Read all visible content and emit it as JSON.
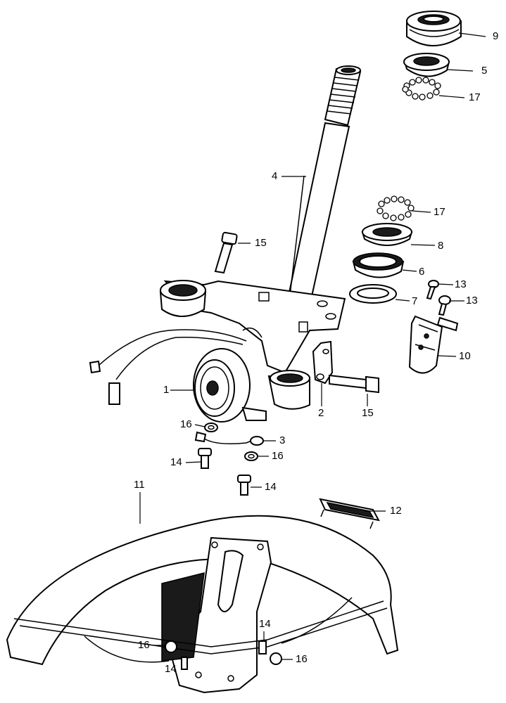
{
  "callouts": [
    {
      "id": "c9",
      "text": "9"
    },
    {
      "id": "c5",
      "text": "5"
    },
    {
      "id": "c17a",
      "text": "17"
    },
    {
      "id": "c4",
      "text": "4"
    },
    {
      "id": "c17b",
      "text": "17"
    },
    {
      "id": "c15a",
      "text": "15"
    },
    {
      "id": "c8",
      "text": "8"
    },
    {
      "id": "c6",
      "text": "6"
    },
    {
      "id": "c13a",
      "text": "13"
    },
    {
      "id": "c7",
      "text": "7"
    },
    {
      "id": "c13b",
      "text": "13"
    },
    {
      "id": "c10",
      "text": "10"
    },
    {
      "id": "c1",
      "text": "1"
    },
    {
      "id": "c2",
      "text": "2"
    },
    {
      "id": "c15b",
      "text": "15"
    },
    {
      "id": "c16a",
      "text": "16"
    },
    {
      "id": "c3",
      "text": "3"
    },
    {
      "id": "c14a",
      "text": "14"
    },
    {
      "id": "c16b",
      "text": "16"
    },
    {
      "id": "c14b",
      "text": "14"
    },
    {
      "id": "c11",
      "text": "11"
    },
    {
      "id": "c12",
      "text": "12"
    },
    {
      "id": "c14c",
      "text": "14"
    },
    {
      "id": "c16c",
      "text": "16"
    },
    {
      "id": "c16d",
      "text": "16"
    },
    {
      "id": "c14d",
      "text": "14"
    }
  ]
}
